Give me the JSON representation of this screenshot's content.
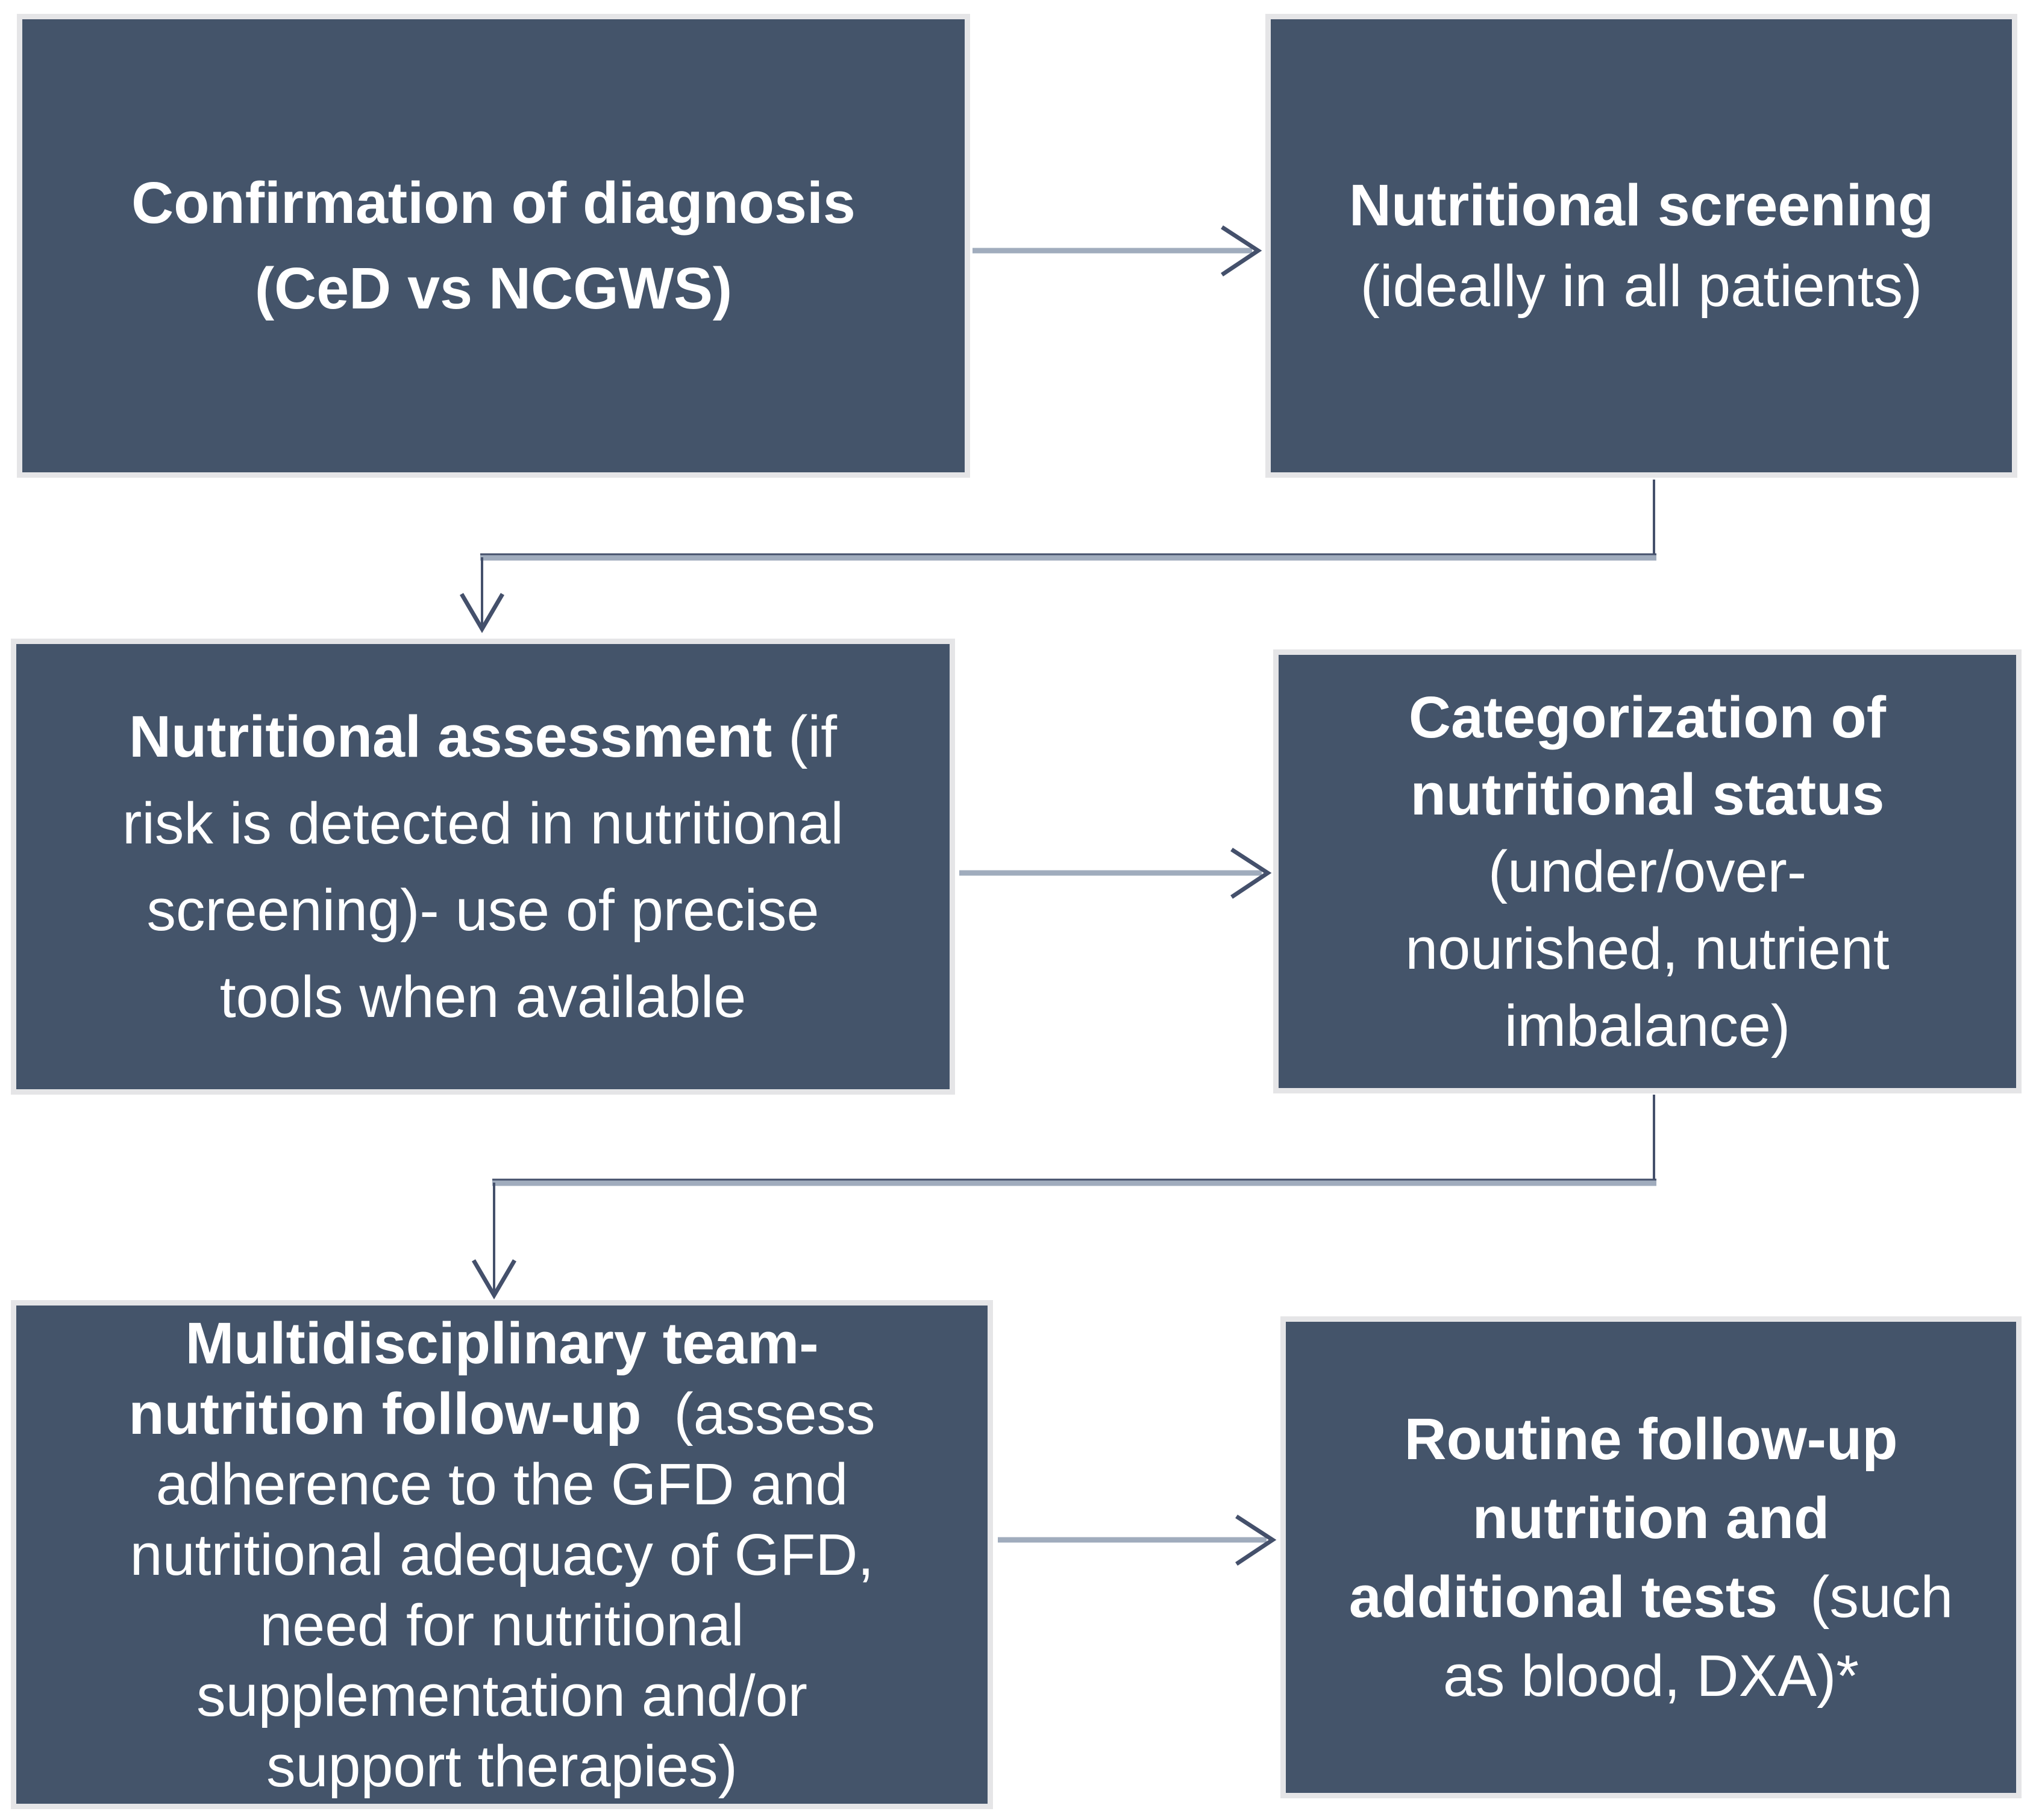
{
  "diagram": {
    "title": "Nutritional management flowchart (CeD vs NCGWS)",
    "colors": {
      "background": "#ffffff",
      "box_fill": "#44546A",
      "box_border": "#E5E5E7",
      "text": "#ffffff",
      "connector_shaft": "#A0ACBD",
      "connector_dark": "#44506B"
    },
    "boxes": [
      {
        "id": "confirmation-of-diagnosis",
        "full_text": "Confirmation of diagnosis (CeD vs NCGWS)",
        "lines": [
          [
            {
              "t": "Confirmation of diagnosis",
              "b": 1
            }
          ],
          [
            {
              "t": "(CeD vs NCGWS)",
              "b": 1
            }
          ]
        ]
      },
      {
        "id": "nutritional-screening",
        "full_text": "Nutritional screening (ideally in all patients)",
        "lines": [
          [
            {
              "t": "Nutritional screening",
              "b": 1
            }
          ],
          [
            {
              "t": "(ideally in all patients)",
              "b": 0
            }
          ]
        ]
      },
      {
        "id": "nutritional-assessment",
        "full_text": "Nutritional assessment (if risk is detected in nutritional screening)- use of precise tools when available",
        "lines": [
          [
            {
              "t": "Nutritional assessment",
              "b": 1
            },
            {
              "t": " (if",
              "b": 0
            }
          ],
          [
            {
              "t": "risk is detected in nutritional",
              "b": 0
            }
          ],
          [
            {
              "t": "screening)- use of precise",
              "b": 0
            }
          ],
          [
            {
              "t": "tools when available",
              "b": 0
            }
          ]
        ]
      },
      {
        "id": "categorization-of-nutritional-status",
        "full_text": "Categorization of nutritional status (under/over-nourished, nutrient imbalance)",
        "lines": [
          [
            {
              "t": "Categorization of",
              "b": 1
            }
          ],
          [
            {
              "t": "nutritional status",
              "b": 1
            }
          ],
          [
            {
              "t": "(under/over-",
              "b": 0
            }
          ],
          [
            {
              "t": "nourished, nutrient",
              "b": 0
            }
          ],
          [
            {
              "t": "imbalance)",
              "b": 0
            }
          ]
        ]
      },
      {
        "id": "multidisciplinary-team-follow-up",
        "full_text": "Multidisciplinary team-nutrition follow-up (assess adherence to the GFD and nutritional adequacy of GFD, need for nutritional supplementation and/or support therapies)",
        "lines": [
          [
            {
              "t": "Multidisciplinary team-",
              "b": 1
            }
          ],
          [
            {
              "t": "nutrition follow-up",
              "b": 1
            },
            {
              "t": "  (assess",
              "b": 0
            }
          ],
          [
            {
              "t": "adherence to the GFD and",
              "b": 0
            }
          ],
          [
            {
              "t": "nutritional adequacy of GFD,",
              "b": 0
            }
          ],
          [
            {
              "t": "need for nutritional",
              "b": 0
            }
          ],
          [
            {
              "t": "supplementation and/or",
              "b": 0
            }
          ],
          [
            {
              "t": "support therapies)",
              "b": 0
            }
          ]
        ]
      },
      {
        "id": "routine-follow-up",
        "full_text": "Routine follow-up nutrition and additional tests (such as blood, DXA)*",
        "lines": [
          [
            {
              "t": "Routine follow-up",
              "b": 1
            }
          ],
          [
            {
              "t": "nutrition and",
              "b": 1
            }
          ],
          [
            {
              "t": "additional tests",
              "b": 1
            },
            {
              "t": "  (such",
              "b": 0
            }
          ],
          [
            {
              "t": "as blood, DXA)*",
              "b": 0
            }
          ]
        ]
      }
    ],
    "flow": [
      {
        "from": "confirmation-of-diagnosis",
        "to": "nutritional-screening",
        "type": "straight-right"
      },
      {
        "from": "nutritional-screening",
        "to": "nutritional-assessment",
        "type": "elbow-down-left-down"
      },
      {
        "from": "nutritional-assessment",
        "to": "categorization-of-nutritional-status",
        "type": "straight-right"
      },
      {
        "from": "categorization-of-nutritional-status",
        "to": "multidisciplinary-team-follow-up",
        "type": "elbow-down-left-down"
      },
      {
        "from": "multidisciplinary-team-follow-up",
        "to": "routine-follow-up",
        "type": "straight-right"
      }
    ]
  }
}
